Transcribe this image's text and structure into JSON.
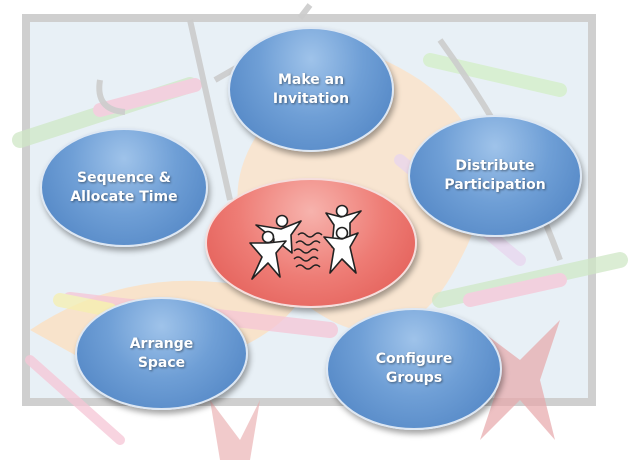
{
  "diagram": {
    "center": {
      "icon": "group-people-icon",
      "color": "#ec6f69"
    },
    "nodes": [
      {
        "id": "invitation",
        "label": "Make an\nInvitation"
      },
      {
        "id": "sequence",
        "label": "Sequence &\nAllocate Time"
      },
      {
        "id": "distribute",
        "label": "Distribute\nParticipation"
      },
      {
        "id": "arrange",
        "label": "Arrange\nSpace"
      },
      {
        "id": "configure",
        "label": "Configure\nGroups"
      }
    ],
    "node_color": "#5b8fcc"
  }
}
